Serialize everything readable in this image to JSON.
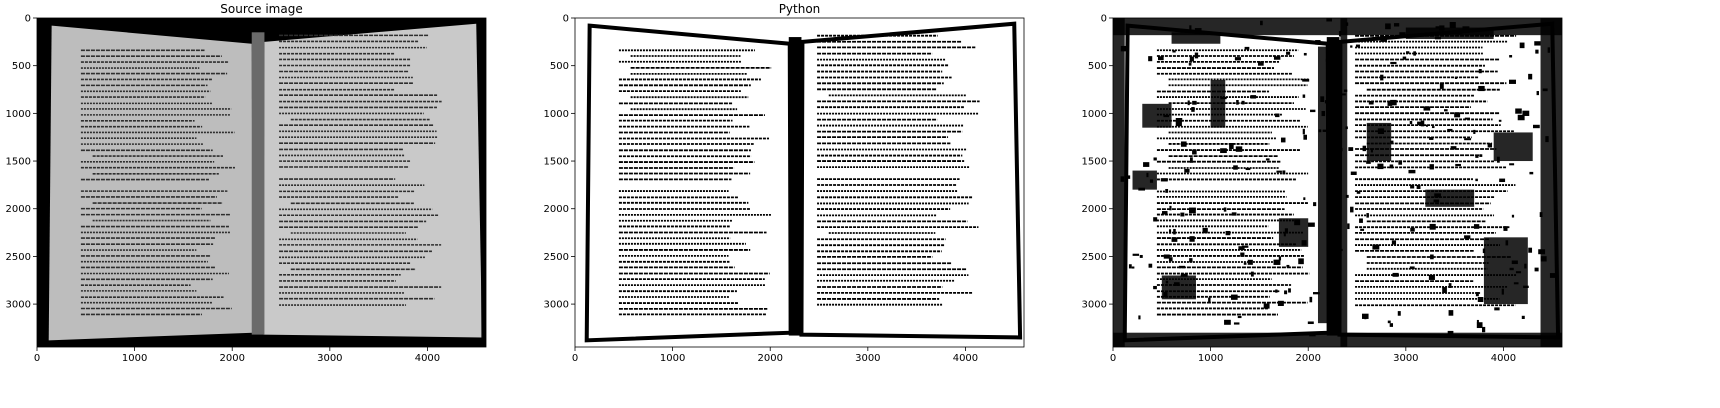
{
  "chart_data": [
    {
      "type": "image",
      "title": "Source image",
      "xlabel": "",
      "ylabel": "",
      "xlim": [
        0,
        4600
      ],
      "ylim": [
        3450,
        0
      ],
      "x_ticks": [
        0,
        1000,
        2000,
        3000,
        4000
      ],
      "y_ticks": [
        0,
        500,
        1000,
        1500,
        2000,
        2500,
        3000
      ],
      "image_style": "grayscale"
    },
    {
      "type": "image",
      "title": "Python",
      "xlabel": "",
      "ylabel": "",
      "xlim": [
        0,
        4600
      ],
      "ylim": [
        3450,
        0
      ],
      "x_ticks": [
        0,
        1000,
        2000,
        3000,
        4000
      ],
      "y_ticks": [
        0,
        500,
        1000,
        1500,
        2000,
        2500,
        3000
      ],
      "image_style": "binary"
    },
    {
      "type": "image",
      "title": "",
      "xlabel": "",
      "ylabel": "",
      "xlim": [
        0,
        4600
      ],
      "ylim": [
        3450,
        0
      ],
      "x_ticks": [
        0,
        1000,
        2000,
        3000,
        4000
      ],
      "y_ticks": [
        0,
        500,
        1000,
        1500,
        2000,
        2500,
        3000
      ],
      "image_style": "binary-artifacts"
    }
  ]
}
